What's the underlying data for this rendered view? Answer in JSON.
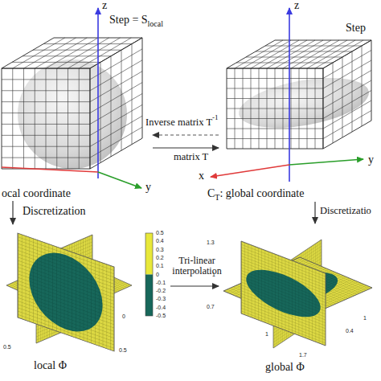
{
  "diagram": {
    "labels": [
      "z",
      "Step = S",
      "local",
      "y",
      "ocal coordinate",
      "Inverse matrix T",
      "-1",
      "matrix T",
      "z",
      "Step",
      "x",
      "C",
      "T",
      ": global coordinate",
      "y",
      "Discretization",
      "Discretizatio",
      "Tri-linear interpolation",
      "0.5",
      "0.4",
      "0.3",
      "0.2",
      "0.1",
      "0",
      "-0.1",
      "-0.2",
      "-0.3",
      "-0.4",
      "-0.5",
      "0",
      "0.5",
      "0.5",
      "local Φ",
      "1.3",
      "1",
      "0.7",
      "1",
      "1.7",
      "0.4",
      "1",
      "global Φ"
    ]
  }
}
